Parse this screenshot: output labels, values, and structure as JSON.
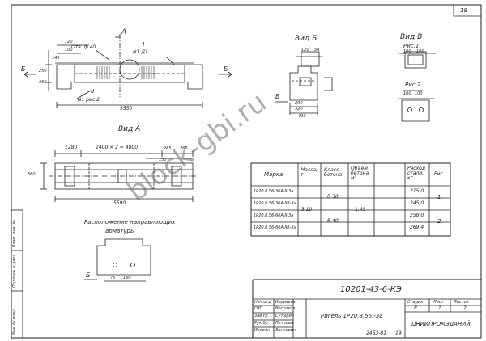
{
  "sheet": {
    "page_number": "18",
    "code": "10201-43-6-КЭ",
    "title": "Ригель 1Р20.8.56.-3а",
    "org": "ЦНИИПРОМЗДАНИЙ",
    "stage_head": "Стадия",
    "sheet_head": "Лист",
    "sheets_head": "Листов",
    "stage": "Р",
    "sheet_no": "1",
    "sheets": "2",
    "archive_no": "2463-01",
    "archive_page": "19",
    "roles": [
      "Нач.отд",
      "ГИП",
      "Зав.гр",
      "Рук.бр",
      "Исполн"
    ],
    "names": [
      "Кодышев",
      "Востоков",
      "Сутырин",
      "Петрова",
      "Зинкевич"
    ],
    "side_inv": "Инв. № подл.",
    "side_sign": "Подпись и дата",
    "side_vz": "Взам. инв. №"
  },
  "view_main": {
    "section_A": "А",
    "label_I": "I",
    "label_II": "II",
    "section_B": "Б",
    "otv": "Отв. ф 40",
    "n1": "N1 Д1",
    "hole_note": "N1 рис.2",
    "dim_120": "120",
    "dim_100": "100",
    "dim_140": "140",
    "dim_250": "250",
    "dim_360": "360",
    "dim_5550": "5550"
  },
  "view_A": {
    "title": "Вид А",
    "dim_1280": "1280",
    "dim_pitch": "2400 × 2 = 4800",
    "dim_265a": "265",
    "dim_265b": "265",
    "dim_150": "150",
    "dim_5590": "5590",
    "dim_left": "560"
  },
  "view_B": {
    "title": "Вид Б",
    "dim_top1": "120",
    "dim_top2": "50",
    "dim_200": "200",
    "dim_320": "320",
    "dim_490": "490",
    "label_b": "Б"
  },
  "view_V": {
    "title": "Вид В",
    "fig1": "Рис.1",
    "fig2": "Рис.2",
    "dim_a": "100",
    "dim_b": "100",
    "dim_c": "100",
    "dim_d": "100"
  },
  "placement": {
    "title_line1": "Расположение направляющих",
    "title_line2": "арматуры",
    "label": "Б",
    "dim1": "75",
    "dim2": "160"
  },
  "table": {
    "headers": [
      "Марка",
      "Масса, т",
      "Класс бетона",
      "Объем бетона, м³",
      "Расход стали, кг",
      "Рис."
    ],
    "rows": [
      [
        "1Р20.8.56-30АIII-3а",
        "",
        "В 30",
        "",
        "215,0",
        "1"
      ],
      [
        "1Р20.8.56-30АIIIВ-3а",
        "",
        "",
        "",
        "245,0",
        ""
      ],
      [
        "1Р20.8.56-60АIII-3а",
        "",
        "В 40",
        "",
        "258,0",
        "2"
      ],
      [
        "1Р20.8.56-60АIIIВ-3а",
        "",
        "",
        "",
        "269,4",
        ""
      ]
    ],
    "mass": "3,10",
    "volume": "1,45"
  },
  "watermark": "block-gbi.ru"
}
